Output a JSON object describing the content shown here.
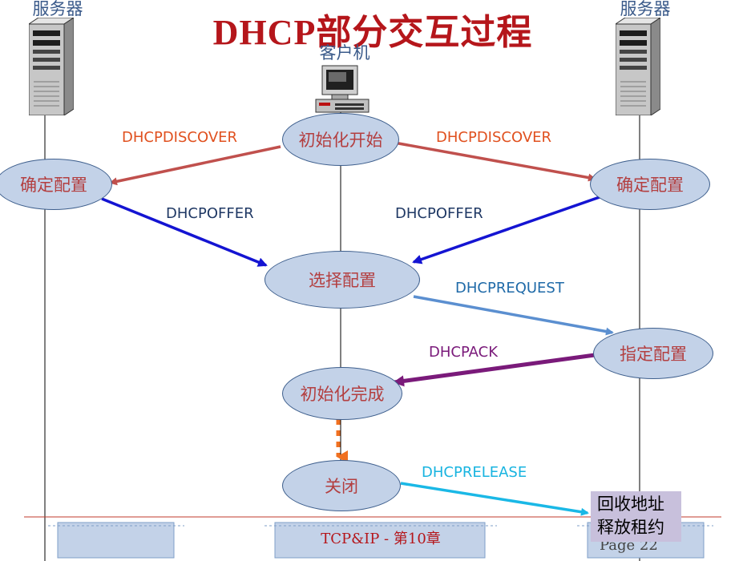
{
  "title": "DHCP部分交互过程",
  "server_left_label": "服务器",
  "server_right_label": "服务器",
  "client_label": "客户机",
  "nodes": {
    "init_start": "初始化开始",
    "confirm_left": "确定配置",
    "confirm_right": "确定配置",
    "select_config": "选择配置",
    "assign_config": "指定配置",
    "init_done": "初始化完成",
    "close": "关闭"
  },
  "messages": {
    "discover_left": "DHCPDISCOVER",
    "discover_right": "DHCPDISCOVER",
    "offer_left": "DHCPOFFER",
    "offer_right": "DHCPOFFER",
    "request": "DHCPREQUEST",
    "ack": "DHCPACK",
    "release": "DHCPRELEASE"
  },
  "note": {
    "line1": "回收地址",
    "line2": "释放租约"
  },
  "footer": {
    "text": "TCP&IP - 第10章",
    "page": "Page 22"
  },
  "colors": {
    "title": "#b5161b",
    "discover": "#c0504d",
    "offer": "#1414d2",
    "request": "#5b8fd0",
    "ack": "#7a1a7a",
    "release": "#1ab8e6",
    "dashed": "#f07020"
  }
}
